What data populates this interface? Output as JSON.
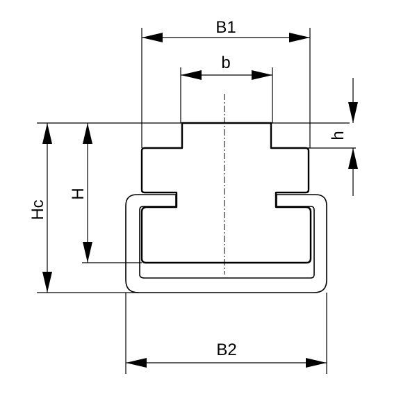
{
  "labels": {
    "b1": "B1",
    "b": "b",
    "b2": "B2",
    "hc": "Hc",
    "h_upper": "H",
    "h_lower": "h"
  }
}
